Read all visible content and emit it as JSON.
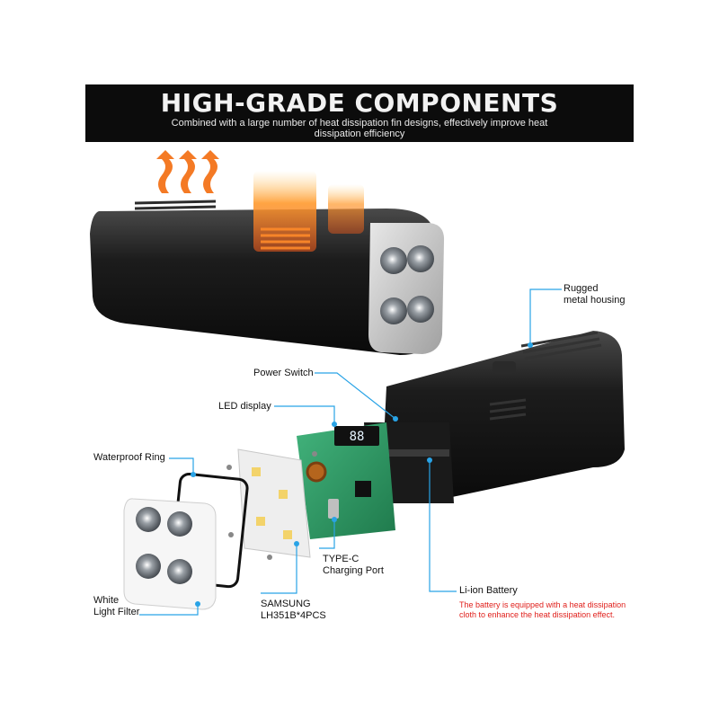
{
  "header": {
    "title": "HIGH-GRADE COMPONENTS",
    "subtitle_line1": "Combined with a large number of heat dissipation fin designs, effectively improve heat",
    "subtitle_line2": "dissipation efficiency"
  },
  "labels": {
    "housing_line1": "Rugged",
    "housing_line2": "metal housing",
    "power_switch": "Power Switch",
    "led_display": "LED display",
    "waterproof_ring": "Waterproof Ring",
    "filter_line1": "White",
    "filter_line2": "Light Filter",
    "led_chip_line1": "SAMSUNG",
    "led_chip_line2": "LH351B*4PCS",
    "port_line1": "TYPE-C",
    "port_line2": "Charging Port",
    "battery": "Li-ion Battery",
    "battery_note_line1": "The battery is equipped with a heat dissipation",
    "battery_note_line2": "cloth to enhance the heat dissipation effect.",
    "display_readout": "88"
  },
  "colors": {
    "callout": "#29a3e6",
    "note": "#e0201c",
    "heat": "#f47a25",
    "pcb": "#2f9a66"
  }
}
